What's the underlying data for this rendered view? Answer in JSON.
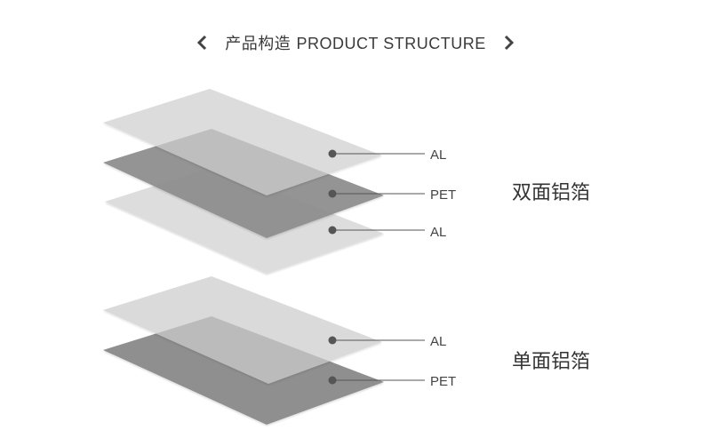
{
  "header": {
    "title_cn": "产品构造",
    "title_en": "PRODUCT STRUCTURE",
    "left_icon": "chevron-left-icon",
    "right_icon": "chevron-right-icon"
  },
  "double": {
    "name": "双面铝箔",
    "layers": [
      "AL",
      "PET",
      "AL"
    ]
  },
  "single": {
    "name": "单面铝箔",
    "layers": [
      "AL",
      "PET"
    ]
  },
  "colors": {
    "al_layer": "#d6d6d6",
    "pet_layer": "#8a8a8a",
    "leader": "#555555",
    "text": "#444444"
  }
}
